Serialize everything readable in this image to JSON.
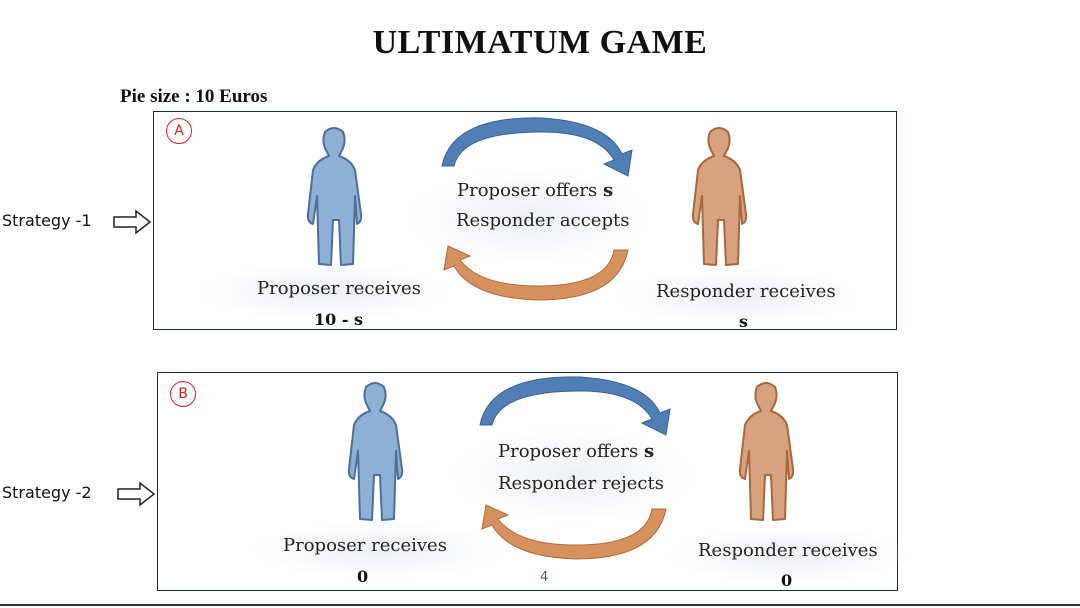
{
  "title": "ULTIMATUM GAME",
  "pie_size": "Pie size : 10 Euros",
  "panels": [
    {
      "badge": "A",
      "strategy": "Strategy -1",
      "offer_text": "Proposer offers",
      "offer_var": "s",
      "response_text": "Responder accepts",
      "proposer_label": "Proposer receives",
      "proposer_value": "10 - s",
      "responder_label": "Responder receives",
      "responder_value": "s"
    },
    {
      "badge": "B",
      "strategy": "Strategy -2",
      "offer_text": "Proposer offers",
      "offer_var": "s",
      "response_text": "Responder rejects",
      "proposer_label": "Proposer receives",
      "proposer_value": "0",
      "responder_label": "Responder receives",
      "responder_value": "0"
    }
  ],
  "page_number": "4",
  "colors": {
    "proposer_figure": "#8fb0d6",
    "responder_figure": "#d9a27e",
    "arrow_blue": "#4f7fb5",
    "arrow_orange": "#c97a46",
    "badge_red": "#dd2222",
    "panel_border": "#1f2a44"
  },
  "icons": {
    "proposer": "person-icon",
    "responder": "person-icon",
    "strategy_pointer": "right-arrow-icon"
  }
}
